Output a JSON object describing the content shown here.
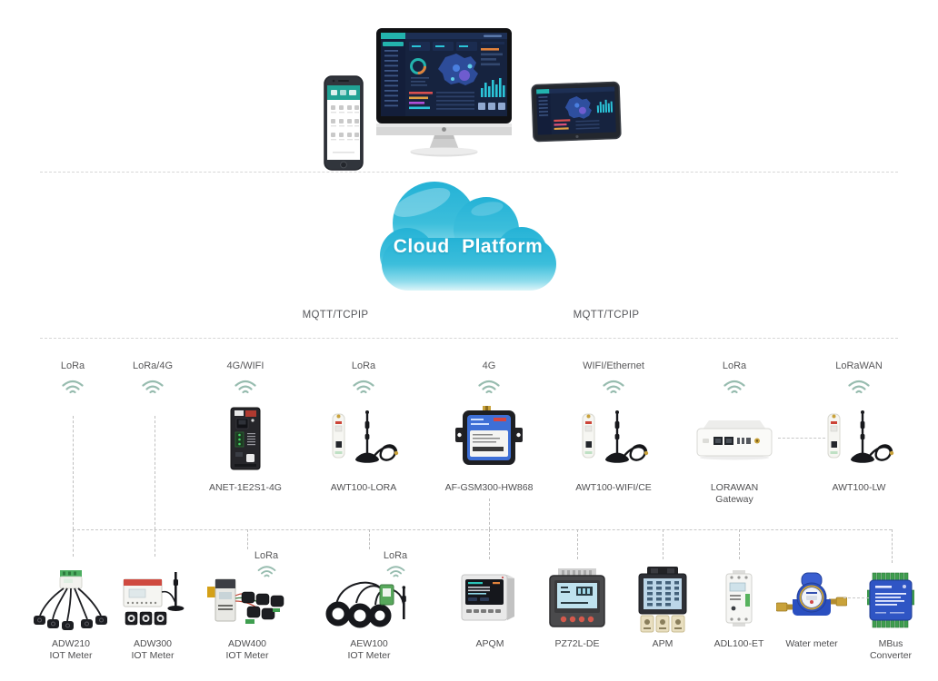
{
  "cloud": {
    "label": "Cloud Platform"
  },
  "protocols": {
    "left": "MQTT/TCPIP",
    "right": "MQTT/TCPIP"
  },
  "gateways": [
    {
      "conn": "LoRa"
    },
    {
      "conn": "LoRa/4G"
    },
    {
      "conn": "4G/WIFI",
      "name": "ANET-1E2S1-4G"
    },
    {
      "conn": "LoRa",
      "name": "AWT100-LORA"
    },
    {
      "conn": "4G",
      "name": "AF-GSM300-HW868"
    },
    {
      "conn": "WIFI/Ethernet",
      "name": "AWT100-WIFI/CE"
    },
    {
      "conn": "LoRa",
      "name_line1": "LORAWAN",
      "name_line2": "Gateway"
    },
    {
      "conn": "LoRaWAN",
      "name": "AWT100-LW"
    }
  ],
  "meters": [
    {
      "name": "ADW210",
      "type": "IOT Meter"
    },
    {
      "name": "ADW300",
      "type": "IOT Meter"
    },
    {
      "name": "ADW400",
      "type": "IOT Meter",
      "conn": "LoRa"
    },
    {
      "name": "AEW100",
      "type": "IOT Meter",
      "conn": "LoRa"
    },
    {
      "name": "APQM"
    },
    {
      "name": "PZ72L-DE"
    },
    {
      "name": "APM"
    },
    {
      "name": "ADL100-ET"
    },
    {
      "name": "Water meter"
    },
    {
      "name": "MBus",
      "name_line2": "Converter"
    }
  ],
  "icons": {
    "wireless": "wifi-signal-arcs"
  },
  "illustrations": [
    "smartphone",
    "desktop-monitor-dashboard",
    "tablet-dashboard"
  ],
  "colors": {
    "cloud": "#2bb6d8",
    "wifi_icon": "#97bcaf",
    "dashed_line": "#c7c7c7",
    "label_text": "#58585a",
    "accent_teal": "#23b3ad",
    "screen_navy": "#16233f"
  }
}
